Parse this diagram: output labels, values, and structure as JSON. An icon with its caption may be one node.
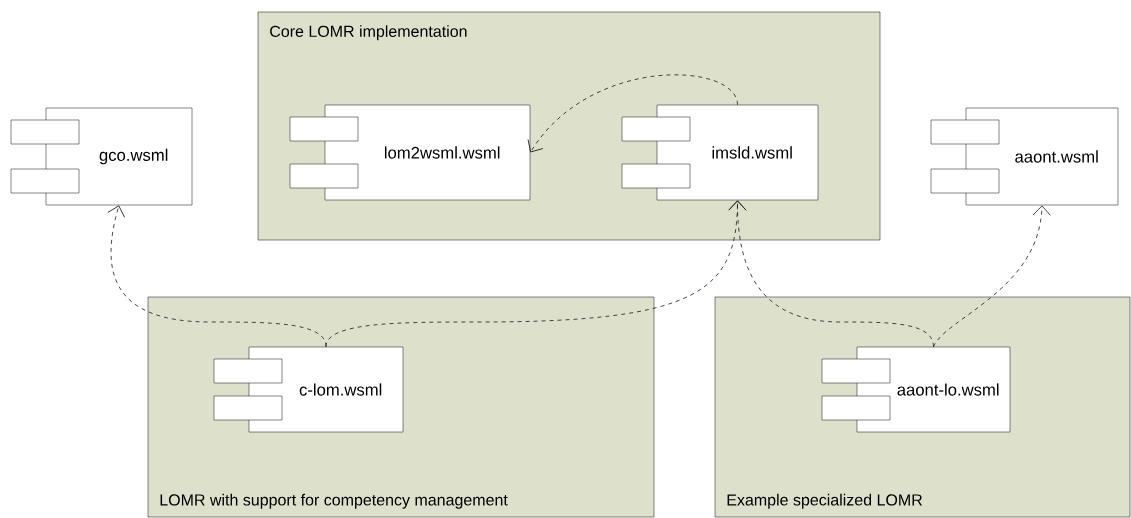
{
  "diagram": {
    "nodes": [
      {
        "text": [
          "Core LOMR implementation"
        ]
      },
      {
        "text": [
          "lom2wsml.wsml"
        ],
        "in": 0
      },
      {
        "text": [
          "imsld.wsml"
        ],
        "in": 0
      },
      {
        "text": [
          "gco.wsml"
        ]
      },
      {
        "text": [
          "aaont.wsml"
        ]
      },
      {
        "text": [
          "LOMR with support for competency management"
        ]
      },
      {
        "text": [
          "c-lom.wsml"
        ],
        "in": 5
      },
      {
        "text": [
          "Example specialized LOMR"
        ]
      },
      {
        "text": [
          "aaont-lo.wsml"
        ],
        "in": 7
      }
    ],
    "edges": [
      {
        "from": 2,
        "to": 1,
        "arrow": "to",
        "style": "dashed"
      },
      {
        "from": 6,
        "to": 3,
        "arrow": "to",
        "style": "dashed"
      },
      {
        "from": 6,
        "to": 2,
        "arrow": "to",
        "style": "dashed"
      },
      {
        "from": 8,
        "to": 2,
        "arrow": "to",
        "style": "dashed"
      },
      {
        "from": 8,
        "to": 4,
        "arrow": "to",
        "style": "dashed"
      }
    ]
  }
}
